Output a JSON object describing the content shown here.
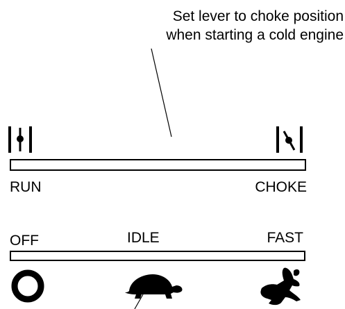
{
  "instruction": {
    "line1": "Set lever to choke position",
    "line2": "when starting a cold engine"
  },
  "choke_lever": {
    "left_label": "RUN",
    "right_label": "CHOKE",
    "left_icon": "choke-open-icon",
    "right_icon": "choke-closed-icon"
  },
  "throttle_lever": {
    "positions": [
      "OFF",
      "IDLE",
      "FAST"
    ],
    "icons": [
      "off-circle-icon",
      "turtle-icon",
      "rabbit-icon"
    ]
  }
}
